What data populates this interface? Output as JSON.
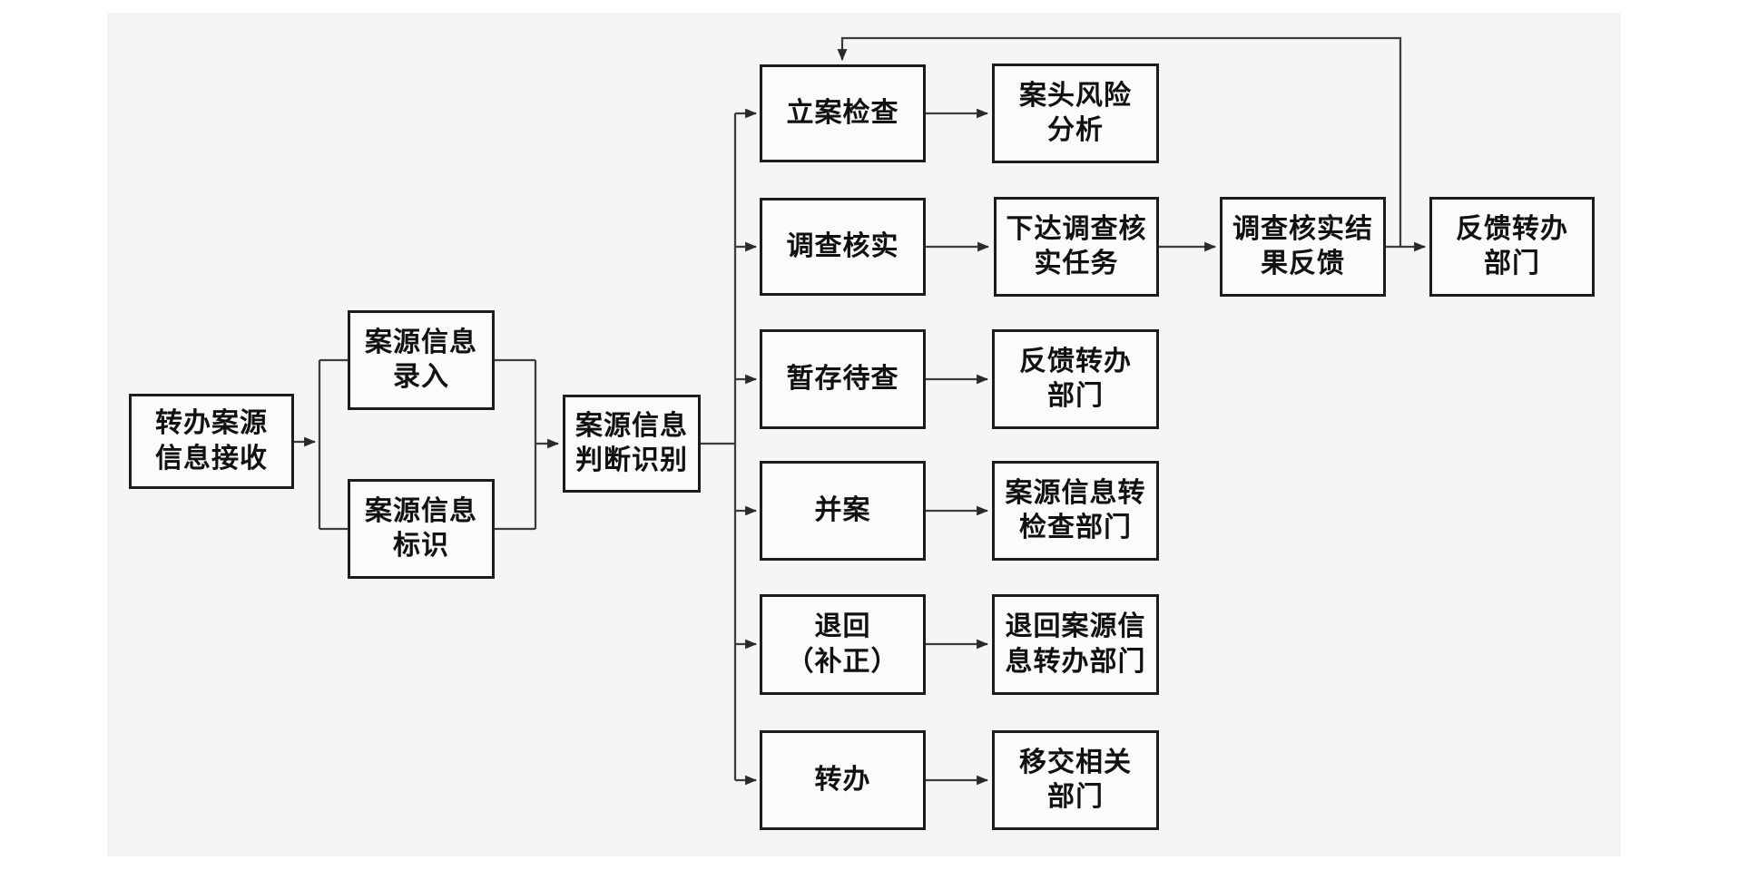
{
  "diagram": {
    "background_color": "#f5f5f3",
    "box_border_color": "#1c1c1c",
    "connector_color": "#3c3c3c",
    "text_color": "#111111",
    "nodes": {
      "receive": {
        "label": "转办案源\n信息接收"
      },
      "entry": {
        "label": "案源信息\n录入"
      },
      "tag": {
        "label": "案源信息\n标识"
      },
      "judge": {
        "label": "案源信息\n判断识别"
      },
      "case_check": {
        "label": "立案检查"
      },
      "investigate": {
        "label": "调查核实"
      },
      "hold": {
        "label": "暂存待查"
      },
      "merge_case": {
        "label": "并案"
      },
      "return_case": {
        "label": "退回\n（补正）"
      },
      "transfer": {
        "label": "转办"
      },
      "desk_risk": {
        "label": "案头风险\n分析"
      },
      "issue_task": {
        "label": "下达调查核\n实任务"
      },
      "feedback_dept_row3": {
        "label": "反馈转办\n部门"
      },
      "to_check_dept": {
        "label": "案源信息转\n检查部门"
      },
      "return_to_dept": {
        "label": "退回案源信\n息转办部门"
      },
      "handover_dept": {
        "label": "移交相关\n部门"
      },
      "result_feedback": {
        "label": "调查核实结\n果反馈"
      },
      "feedback_dept_row2": {
        "label": "反馈转办\n部门"
      }
    }
  }
}
